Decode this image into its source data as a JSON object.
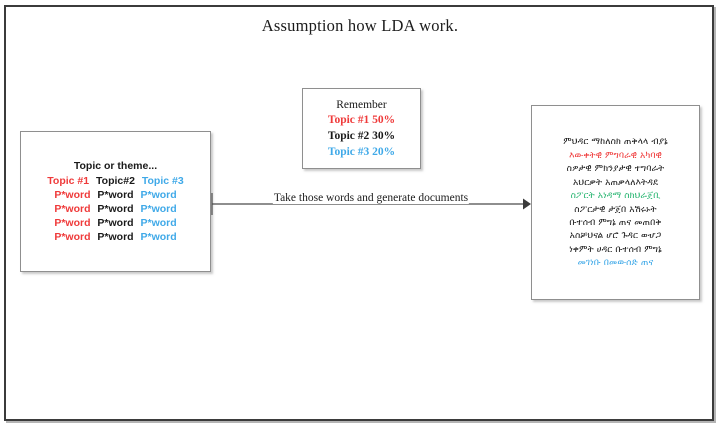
{
  "figure": {
    "title": "Assumption how LDA work."
  },
  "topic_box": {
    "heading": "Topic or theme...",
    "topic_headers": [
      {
        "label": "Topic #1",
        "color": "#ef3a3a"
      },
      {
        "label": "Topic#2",
        "color": "#1a1a1a"
      },
      {
        "label": "Topic #3",
        "color": "#3fa9e8"
      }
    ],
    "word_rows": [
      [
        {
          "label": "P*word",
          "color": "#ef3a3a"
        },
        {
          "label": "P*word",
          "color": "#1a1a1a"
        },
        {
          "label": "P*word",
          "color": "#3fa9e8"
        }
      ],
      [
        {
          "label": "P*word",
          "color": "#ef3a3a"
        },
        {
          "label": "P*word",
          "color": "#1a1a1a"
        },
        {
          "label": "P*word",
          "color": "#3fa9e8"
        }
      ],
      [
        {
          "label": "P*word",
          "color": "#ef3a3a"
        },
        {
          "label": "P*word",
          "color": "#1a1a1a"
        },
        {
          "label": "P*word",
          "color": "#3fa9e8"
        }
      ],
      [
        {
          "label": "P*word",
          "color": "#ef3a3a"
        },
        {
          "label": "P*word",
          "color": "#1a1a1a"
        },
        {
          "label": "P*word",
          "color": "#3fa9e8"
        }
      ]
    ]
  },
  "remember_box": {
    "title": "Remember",
    "rows": [
      {
        "topic": "Topic #1",
        "share": "50%",
        "color": "#ef3a3a"
      },
      {
        "topic": "Topic #2",
        "share": "30%",
        "color": "#1a1a1a"
      },
      {
        "topic": "Topic #3",
        "share": "20%",
        "color": "#3fa9e8"
      }
    ]
  },
  "arrow": {
    "label": "Take those words and generate documents"
  },
  "document_box": {
    "lines": [
      {
        "text": "ምህዳር ማከለስክ ጠቅላላ ብያኔ",
        "color": "#1a1a1a"
      },
      {
        "text": "እውቀትዊ ምግባራዊ አካባዊ",
        "color": "#ef3a3a"
      },
      {
        "text": "ስዎታዊ ምክንያታዊ ተግባራት",
        "color": "#1a1a1a"
      },
      {
        "text": "አህርቃት አጠቃላለእትዳደ",
        "color": "#1a1a1a"
      },
      {
        "text": "ስፖርት አነዳማ ስክህራጀቢ",
        "color": "#2bb673"
      },
      {
        "text": "ስፖርታዊ ታጀበ አሽሩኑት",
        "color": "#1a1a1a"
      },
      {
        "text": "ቡተሰብ ምግኔ ጠና መጠበቅ",
        "color": "#1a1a1a"
      },
      {
        "text": "አስቻህናል ሆሮ ጉዳር ወሇጋ",
        "color": "#1a1a1a"
      },
      {
        "text": "ነቀምት ሀዳር ቡተሰብ ምግኔ",
        "color": "#1a1a1a"
      },
      {
        "text": "መገነቡ በመውሰድ ጠና",
        "color": "#3fa9e8"
      }
    ]
  }
}
